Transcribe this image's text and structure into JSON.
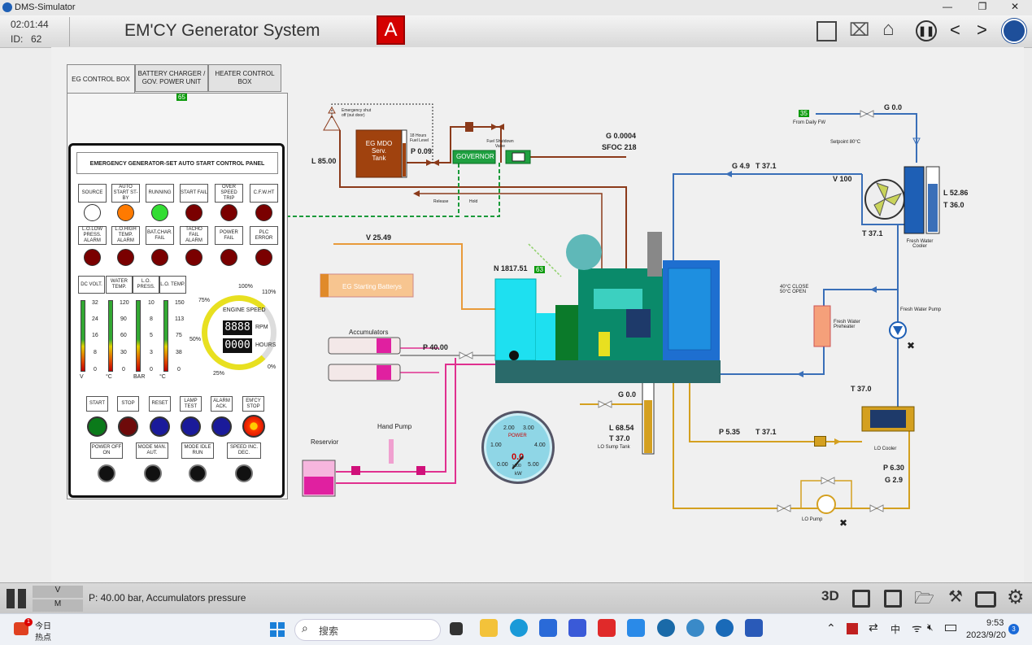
{
  "window": {
    "title": "DMS-Simulator"
  },
  "toolbar": {
    "time": "02:01:44",
    "id_label": "ID:",
    "id_value": "62",
    "title": "EM'CY Generator System",
    "alarm_badge": "A"
  },
  "tabs": [
    {
      "label": "EG CONTROL BOX"
    },
    {
      "label": "BATTERY CHARGER / GOV. POWER UNIT"
    },
    {
      "label": "HEATER CONTROL BOX"
    }
  ],
  "panel": {
    "title": "EMERGENCY GENERATOR-SET AUTO START CONTROL PANEL",
    "annunciators_row1": [
      "SOURCE",
      "AUTO START ST-BY",
      "RUNNING",
      "START FAIL",
      "OVER SPEED TRIP",
      "C.F.W.HT"
    ],
    "lamps_row1": [
      "#ffffff",
      "#ff7a00",
      "#33dd33",
      "#7a0000",
      "#7a0000",
      "#7a0000"
    ],
    "annunciators_row2": [
      "L.O.LOW PRESS. ALARM",
      "L.O.HIGH TEMP. ALARM",
      "BAT.CHAR. FAIL",
      "TACHO FAIL ALARM",
      "POWER FAIL",
      "PLC ERROR"
    ],
    "lamps_row2": [
      "#7a0000",
      "#7a0000",
      "#7a0000",
      "#7a0000",
      "#7a0000",
      "#7a0000"
    ],
    "gauge_labels": [
      "DC VOLT.",
      "WATER TEMP.",
      "L.O. PRESS.",
      "L.O. TEMP."
    ],
    "scale_volt": [
      "32",
      "24",
      "16",
      "8",
      "0"
    ],
    "scale_temp": [
      "120",
      "90",
      "60",
      "30",
      "0"
    ],
    "scale_press": [
      "10",
      "8",
      "5",
      "3",
      "0"
    ],
    "scale_lotemp": [
      "150",
      "113",
      "75",
      "38",
      "0"
    ],
    "unit_v": "V",
    "unit_c": "°C",
    "unit_bar": "BAR",
    "unit_c2": "°C",
    "engine_speed": "ENGINE SPEED",
    "rpm_label": "RPM",
    "hours_label": "HOURS",
    "rpm_display": "8888",
    "hours_display": "0000",
    "dial_marks": [
      "100%",
      "110%",
      "75%",
      "50%",
      "25%",
      "0%"
    ],
    "buttons": [
      "START",
      "STOP",
      "RESET",
      "LAMP TEST",
      "ALARM ACK.",
      "EM'CY STOP"
    ],
    "button_colors": [
      "#0b7a1a",
      "#6e0a0a",
      "#1a1a9a",
      "#1a1a9a",
      "#1a1a9a",
      "#ff3b00"
    ],
    "switches": [
      "POWER OFF ON",
      "MODE MAN. AUT.",
      "MODE IDLE RUN",
      "SPEED INC. DEC."
    ]
  },
  "diagram": {
    "badge_65": "65",
    "badge_63": "63",
    "badge_35": "35",
    "emergency_shutoff": "Emergency shut off (out door)",
    "tank_label": "EG MDO Serv. Tank",
    "fuel_level_note": "18 Hours Fuel Level",
    "tank_L": "L 85.00",
    "tank_P": "P 0.09",
    "fuel_shutdown_valve": "Fuel Shutdown Valve",
    "governor": "GOVERNOR",
    "release": "Release",
    "hold": "Hold",
    "G_fuel": "G 0.0004",
    "SFOC": "SFOC 218",
    "V_batt": "V 25.49",
    "batteries": "EG Starting Batterys",
    "engine_N": "N 1817.51",
    "accumulators": "Accumulators",
    "accum_P": "P 40.00",
    "hand_pump": "Hand Pump",
    "reservoir": "Reservior",
    "power_gauge": {
      "label": "POWER",
      "value": "0.0",
      "unit": "kW",
      "multiplier": "x100",
      "ticks": [
        "0.00",
        "1.00",
        "2.00",
        "3.00",
        "4.00",
        "5.00"
      ],
      "reading": 0.0
    },
    "lo_sump_G": "G 0.0",
    "lo_sump_L": "L 68.54",
    "lo_sump_T": "T 37.0",
    "lo_sump_tank": "LO Sump Tank",
    "from_daily_fw": "From Daily FW",
    "fw_G": "G 0.0",
    "setpoint": "Setpoint 80°C",
    "fw_G2": "G 4.9",
    "fw_T": "T 37.1",
    "fw_V": "V 100",
    "fwc_L": "L 52.86",
    "fwc_T": "T 36.0",
    "fwc_T2": "T 37.1",
    "fresh_water_cooler": "Fresh Water Cooler",
    "close_open": "40°C CLOSE 50°C OPEN",
    "fw_preheater": "Fresh Water Preheater",
    "fw_pump": "Fresh Water Pump",
    "lo_cooler_T": "T 37.0",
    "lo_P": "P 5.35",
    "lo_T": "T 37.1",
    "lo_cooler": "LO Cooler",
    "lo_P2": "P 6.30",
    "lo_G2": "G 2.9",
    "lo_pump": "LO Pump"
  },
  "status": {
    "v_label": "V",
    "m_label": "M",
    "message": "P: 40.00 bar, Accumulators pressure",
    "btn_3d": "3D"
  },
  "taskbar": {
    "today": "今日",
    "hot": "热点",
    "badge": "1",
    "search": "搜索",
    "ime": "中",
    "time": "9:53",
    "date": "2023/9/20",
    "notif": "3"
  }
}
